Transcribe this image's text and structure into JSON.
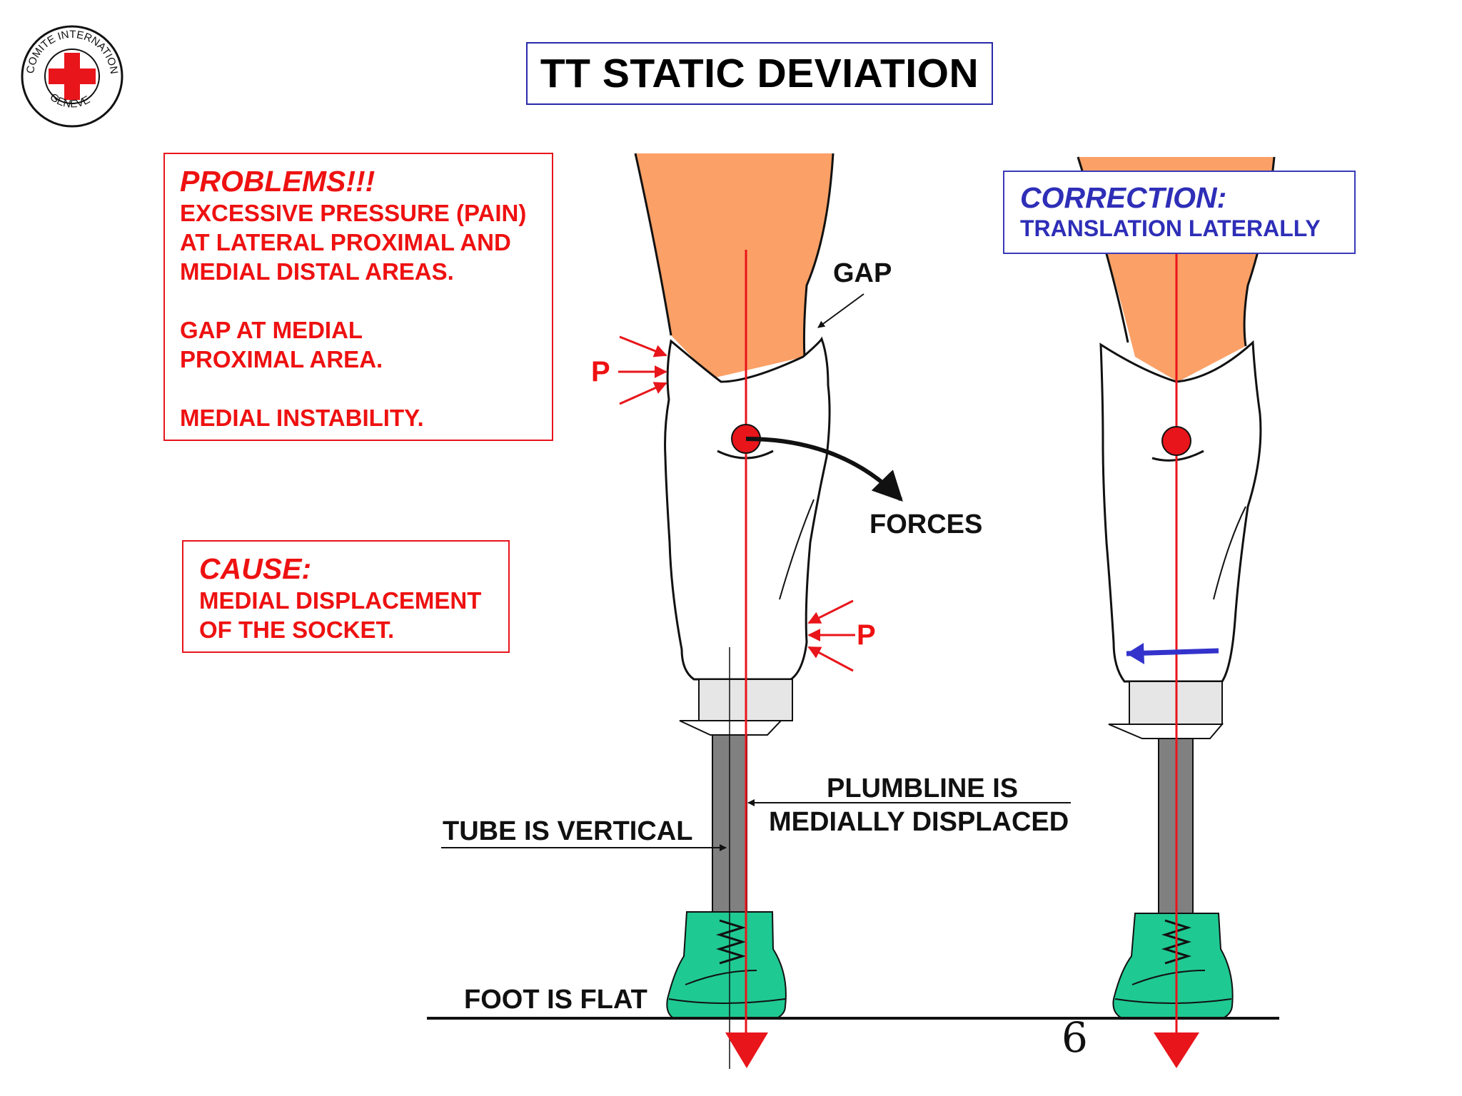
{
  "title": "TT STATIC DEVIATION",
  "logo": {
    "icon": "red-cross-icon",
    "text": "COMITE INTERNATIONAL GENEVE",
    "color": "#e8151b"
  },
  "problems": {
    "heading": "PROBLEMS!!!",
    "lines": [
      "EXCESSIVE PRESSURE (PAIN)",
      "AT LATERAL PROXIMAL AND",
      "MEDIAL DISTAL AREAS.",
      "",
      "GAP AT MEDIAL",
      "PROXIMAL AREA.",
      "",
      "MEDIAL INSTABILITY."
    ]
  },
  "cause": {
    "heading": "CAUSE:",
    "lines": [
      "MEDIAL DISPLACEMENT",
      "OF THE SOCKET."
    ]
  },
  "correction": {
    "heading": "CORRECTION:",
    "lines": [
      "TRANSLATION LATERALLY"
    ]
  },
  "labels": {
    "gap": "GAP",
    "forces": "FORCES",
    "p_upper": "P",
    "p_lower": "P",
    "plumbline_line1": "PLUMBLINE IS",
    "plumbline_line2": "MEDIALLY DISPLACED",
    "tube": "TUBE IS VERTICAL",
    "foot": "FOOT IS FLAT"
  },
  "page_number": "6",
  "colors": {
    "skin": "#fba066",
    "plumbline": "#e8151b",
    "foot": "#1fc992",
    "tube": "#808080",
    "correction_arrow": "#3333cc"
  }
}
